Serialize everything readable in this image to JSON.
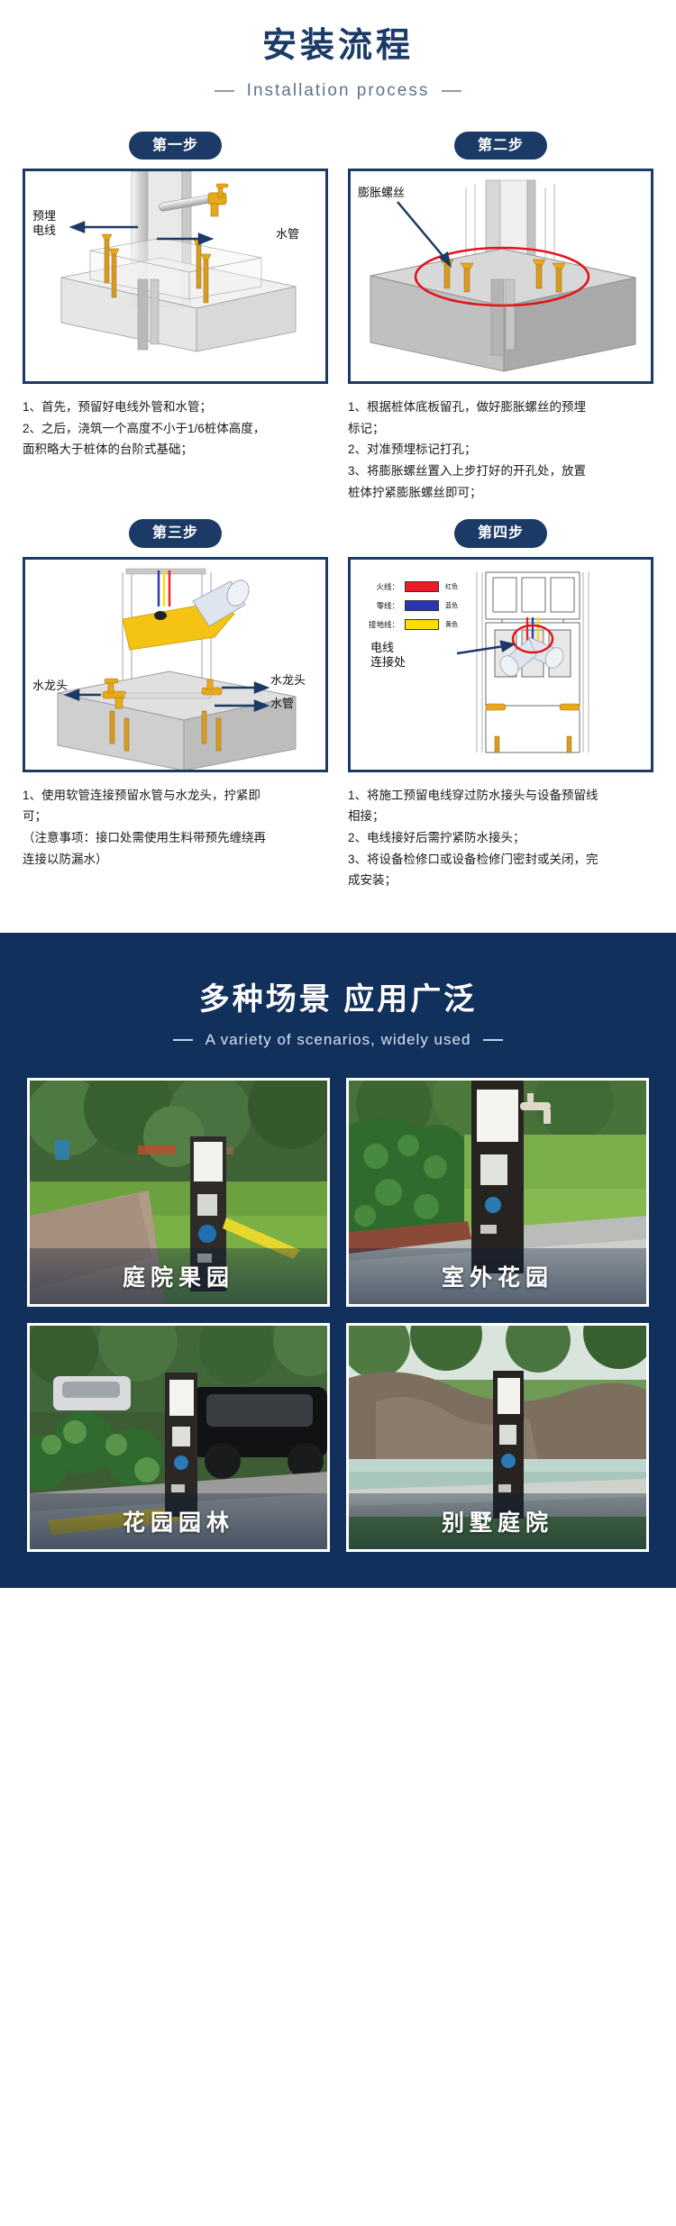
{
  "install": {
    "title": "安装流程",
    "subtitle": "Installation process",
    "steps": [
      {
        "badge": "第一步",
        "callouts": [
          "预埋\n电线",
          "水管"
        ],
        "lines": [
          "1、首先，预留好电线外管和水管；",
          "2、之后，浇筑一个高度不小于1/6桩体高度，",
          "面积略大于桩体的台阶式基础；"
        ]
      },
      {
        "badge": "第二步",
        "callouts": [
          "膨胀螺丝"
        ],
        "lines": [
          "1、根据桩体底板留孔，做好膨胀螺丝的预埋",
          "标记；",
          "2、对准预埋标记打孔；",
          "3、将膨胀螺丝置入上步打好的开孔处，放置",
          "桩体拧紧膨胀螺丝即可；"
        ]
      },
      {
        "badge": "第三步",
        "callouts": [
          "水龙头",
          "水龙头",
          "水管"
        ],
        "lines": [
          "1、使用软管连接预留水管与水龙头，拧紧即",
          "可；",
          "（注意事项：接口处需使用生料带预先缠绕再",
          "连接以防漏水）"
        ]
      },
      {
        "badge": "第四步",
        "callouts": [
          "电线\n连接处"
        ],
        "legend": [
          {
            "label": "火线：",
            "name": "红色",
            "color": "#ec1b24"
          },
          {
            "label": "零线：",
            "name": "蓝色",
            "color": "#2c35b4"
          },
          {
            "label": "接地线：",
            "name": "黄色",
            "color": "#ffdd00"
          }
        ],
        "lines": [
          "1、将施工预留电线穿过防水接头与设备预留线",
          "相接；",
          "2、电线接好后需拧紧防水接头；",
          "3、将设备检修口或设备检修门密封或关闭，完",
          "成安装；"
        ]
      }
    ]
  },
  "scenarios": {
    "title": "多种场景 应用广泛",
    "subtitle": "A variety of scenarios, widely used",
    "photos": [
      {
        "caption": "庭院果园"
      },
      {
        "caption": "室外花园"
      },
      {
        "caption": "花园园林"
      },
      {
        "caption": "别墅庭院"
      }
    ]
  },
  "colors": {
    "navy": "#12305c",
    "navy_dark": "#1b3a66",
    "accent_red": "#e0161b",
    "brass": "#d79a22"
  }
}
